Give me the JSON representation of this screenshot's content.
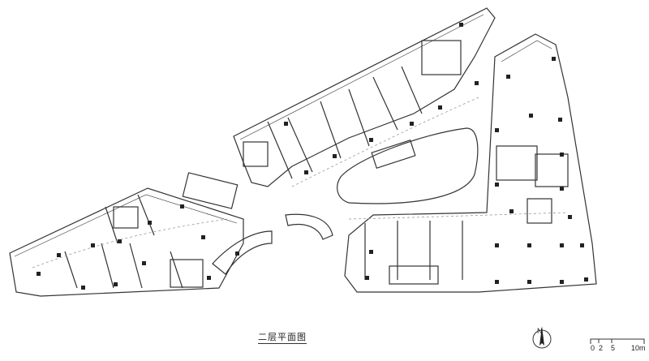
{
  "drawing": {
    "title": "二层平面图"
  },
  "north_arrow": {
    "label": "N"
  },
  "scale_bar": {
    "ticks": [
      "0",
      "2",
      "5",
      "10m"
    ]
  },
  "colors": {
    "line": "#333333",
    "column": "#222222",
    "grid": "#999999"
  }
}
